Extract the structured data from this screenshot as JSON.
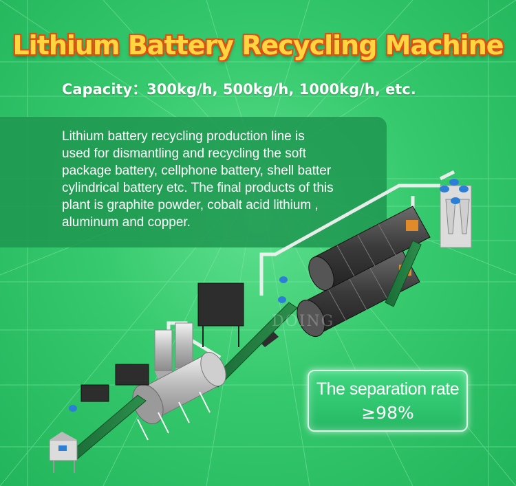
{
  "title": "Lithium Battery Recycling Machine",
  "capacity": "Capacity：300kg/h, 500kg/h, 1000kg/h, etc.",
  "description_lines": [
    "Lithium battery recycling production line is",
    "used for dismantling and recycling the soft",
    "package battery, cellphone battery, shell batter",
    "cylindrical battery etc. The final products of this",
    "plant is graphite powder, cobalt acid lithium ,",
    "aluminum and copper."
  ],
  "badge": {
    "line1": "The separation rate",
    "line2": "≥98%"
  },
  "watermark": "DOING",
  "colors": {
    "background": "#2fc56a",
    "title_fill": "#ffd640",
    "title_outline": "#d94e14"
  }
}
